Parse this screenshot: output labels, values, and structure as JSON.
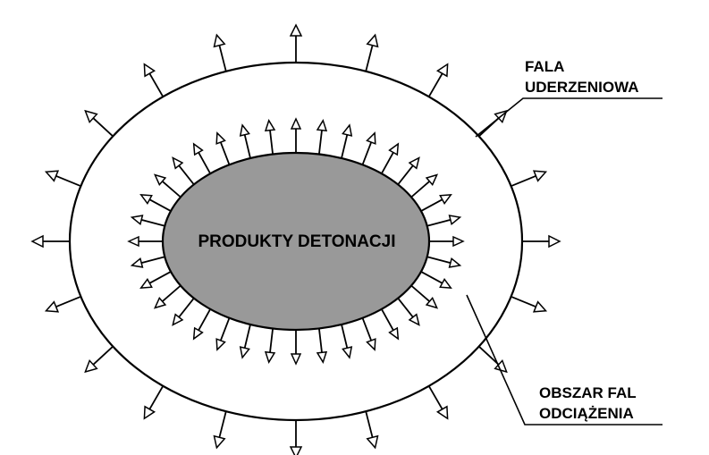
{
  "labels": {
    "shock_wave_line1": "FALA",
    "shock_wave_line2": "UDERZENIOWA",
    "detonation_products": "PRODUKTY DETONACJI",
    "relief_zone_line1": "OBSZAR FAL",
    "relief_zone_line2": "ODCIĄŻENIA"
  },
  "colors": {
    "stroke": "#000000",
    "products_fill": "#999999",
    "background": "#ffffff"
  },
  "arrows": {
    "outer_count": 20,
    "inner_count": 36
  }
}
